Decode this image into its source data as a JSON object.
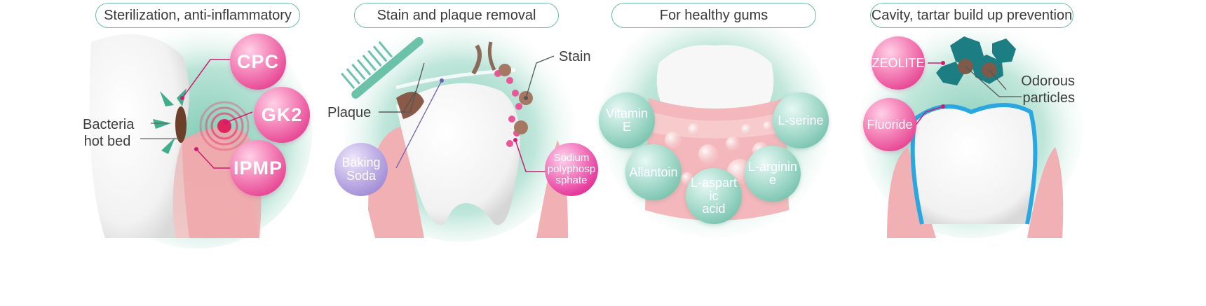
{
  "panels": [
    {
      "title": "Sterilization, anti-inflammatory",
      "labels": {
        "bacteria_line1": "Bacteria",
        "bacteria_line2": "hot bed"
      },
      "balls": [
        "CPC",
        "GK2",
        "IPMP"
      ]
    },
    {
      "title": "Stain and plaque removal",
      "labels": {
        "plaque": "Plaque",
        "stain": "Stain"
      },
      "balls": {
        "baking_line1": "Baking",
        "baking_line2": "Soda",
        "sodium_line1": "Sodium",
        "sodium_line2": "polyphosp",
        "sodium_line3": "sphate"
      }
    },
    {
      "title": "For healthy gums",
      "balls": {
        "vitamin_line1": "Vitamin",
        "vitamin_line2": "E",
        "serine": "L-serine",
        "allantoin": "Allantoin",
        "aspartic_line1": "L-aspart",
        "aspartic_line2": "ic",
        "aspartic_line3": "acid",
        "arginine_line1": "L-arginin",
        "arginine_line2": "e"
      }
    },
    {
      "title": "Cavity, tartar build up prevention",
      "labels": {
        "odorous_line1": "Odorous",
        "odorous_line2": "particles"
      },
      "balls": {
        "zeolite": "ZEOLITE",
        "fluoride": "Fluoride"
      }
    }
  ],
  "colors": {
    "mint": "#6dbda3",
    "pink": "#e84b97",
    "gum": "#f2b5b8",
    "tooth": "#ffffff",
    "blue_line": "#2aa7e0"
  }
}
